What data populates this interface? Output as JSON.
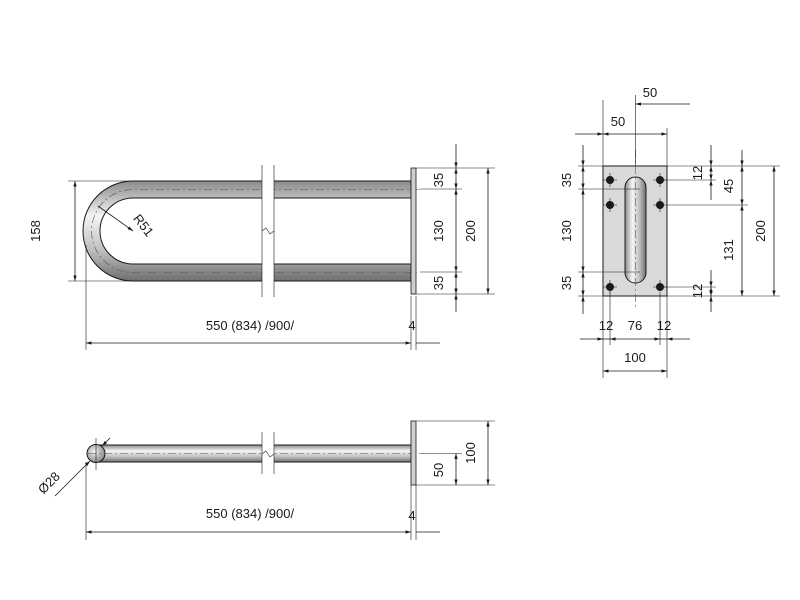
{
  "colors": {
    "ink": "#1a1a1a",
    "tube_light": "#f2f2f2",
    "tube_dark": "#7a7a7a",
    "plate_fill": "#d9d9d9",
    "background": "#ffffff"
  },
  "top_view": {
    "height_label": "158",
    "radius_label": "R51",
    "length_label": "550 (834) /900/",
    "plate_thickness_label": "4",
    "right_dims": {
      "top": "35",
      "middle": "130",
      "bottom": "35",
      "total": "200"
    }
  },
  "plate_view": {
    "top_offset_a": "50",
    "top_offset_b": "50",
    "left_dims": {
      "top": "35",
      "middle": "130",
      "bottom": "35"
    },
    "right_dims": {
      "top": "12",
      "upper": "45",
      "middle": "131",
      "bottom": "12",
      "total": "200"
    },
    "bottom_dims": {
      "left": "12",
      "middle": "76",
      "right": "12",
      "total": "100"
    }
  },
  "side_view": {
    "diameter_label": "Ø28",
    "length_label": "550 (834) /900/",
    "plate_thickness_label": "4",
    "right_dims": {
      "inner": "50",
      "outer": "100"
    }
  }
}
